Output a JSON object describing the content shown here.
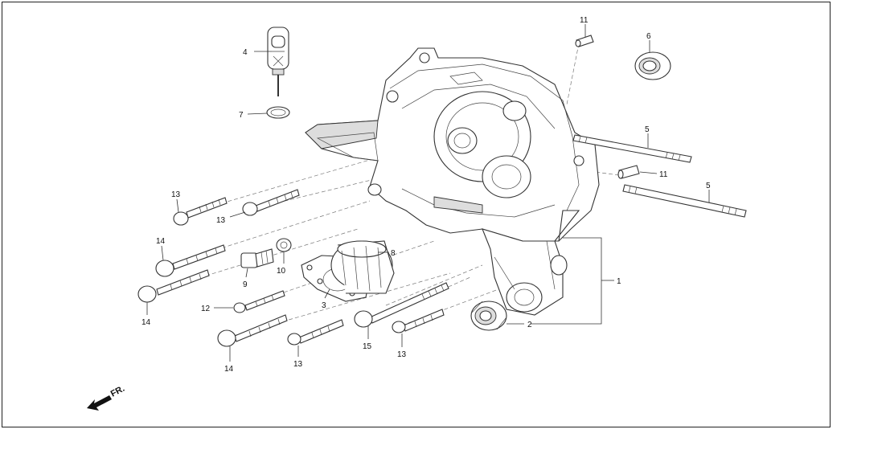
{
  "diagram": {
    "direction_label": "FR.",
    "callouts": [
      {
        "id": "c4",
        "text": "4"
      },
      {
        "id": "c7",
        "text": "7"
      },
      {
        "id": "c11a",
        "text": "11"
      },
      {
        "id": "c6",
        "text": "6"
      },
      {
        "id": "c5a",
        "text": "5"
      },
      {
        "id": "c11b",
        "text": "11"
      },
      {
        "id": "c5b",
        "text": "5"
      },
      {
        "id": "c13a",
        "text": "13"
      },
      {
        "id": "c13b",
        "text": "13"
      },
      {
        "id": "c14a",
        "text": "14"
      },
      {
        "id": "c10",
        "text": "10"
      },
      {
        "id": "c8",
        "text": "8"
      },
      {
        "id": "c9",
        "text": "9"
      },
      {
        "id": "c1",
        "text": "1"
      },
      {
        "id": "c14b",
        "text": "14"
      },
      {
        "id": "c12",
        "text": "12"
      },
      {
        "id": "c3",
        "text": "3"
      },
      {
        "id": "c2",
        "text": "2"
      },
      {
        "id": "c15",
        "text": "15"
      },
      {
        "id": "c13c",
        "text": "13"
      },
      {
        "id": "c13d",
        "text": "13"
      },
      {
        "id": "c14c",
        "text": "14"
      }
    ]
  }
}
